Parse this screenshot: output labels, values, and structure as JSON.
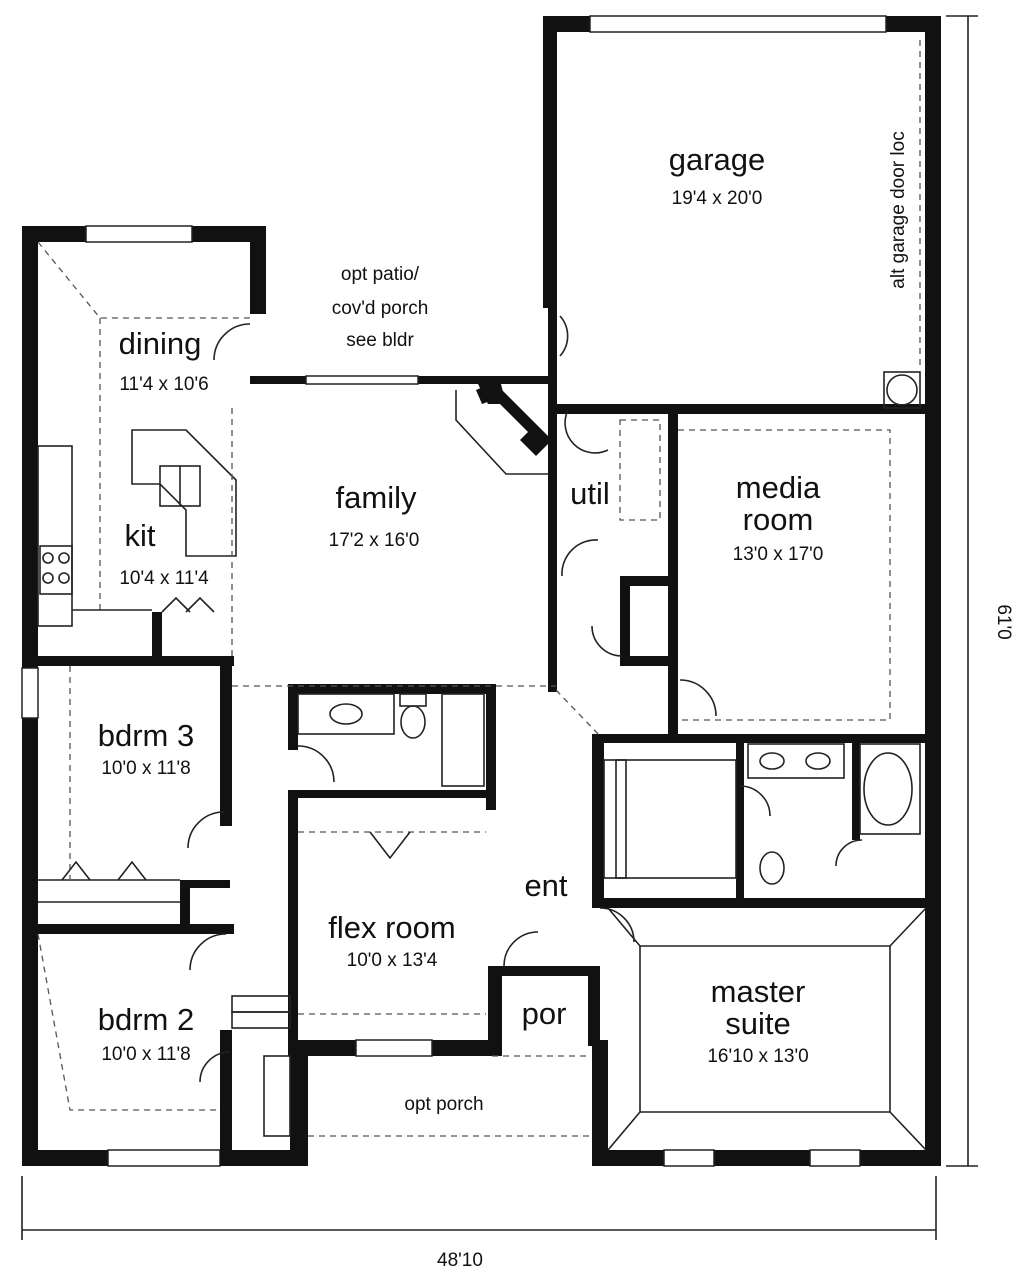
{
  "rooms": {
    "garage": {
      "name": "garage",
      "size": "19'4 x 20'0"
    },
    "alt_garage_door": {
      "note": "alt garage door loc"
    },
    "patio": {
      "line1": "opt patio/",
      "line2": "cov'd porch",
      "line3": "see bldr"
    },
    "dining": {
      "name": "dining",
      "size": "11'4 x 10'6"
    },
    "kitchen": {
      "name": "kit",
      "size": "10'4 x 11'4"
    },
    "family": {
      "name": "family",
      "size": "17'2 x 16'0"
    },
    "utility": {
      "name": "util"
    },
    "media": {
      "line1": "media",
      "line2": "room",
      "size": "13'0 x 17'0"
    },
    "bdrm3": {
      "name": "bdrm 3",
      "size": "10'0 x 11'8"
    },
    "bdrm2": {
      "name": "bdrm 2",
      "size": "10'0 x 11'8"
    },
    "flex": {
      "name": "flex room",
      "size": "10'0 x 13'4"
    },
    "entry": {
      "name": "ent"
    },
    "porch_small": {
      "name": "por"
    },
    "master": {
      "line1": "master",
      "line2": "suite",
      "size": "16'10 x 13'0"
    },
    "opt_porch": {
      "name": "opt porch"
    }
  },
  "dimensions": {
    "overall_width": "48'10",
    "overall_depth": "61'0"
  }
}
